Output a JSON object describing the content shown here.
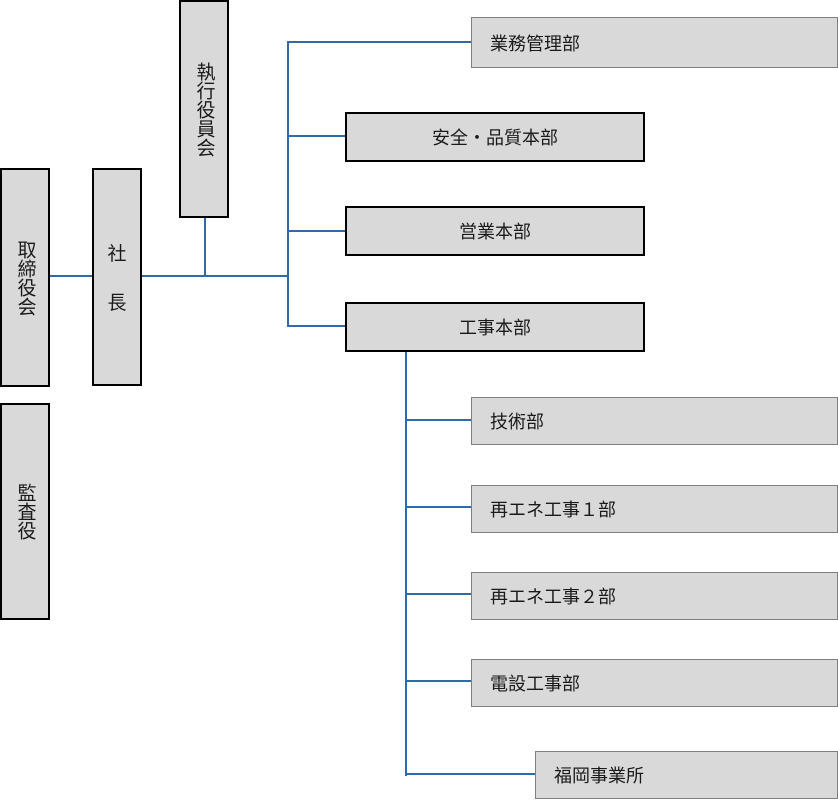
{
  "board": "取締役会",
  "auditor": "監査役",
  "president": [
    "社",
    "長"
  ],
  "executive_committee": "執行役員会",
  "departments": {
    "business_management": "業務管理部",
    "safety_quality": "安全・品質本部",
    "sales": "営業本部",
    "construction": "工事本部",
    "technical": "技術部",
    "renewable_1": "再エネ工事１部",
    "renewable_2": "再エネ工事２部",
    "electrical": "電設工事部",
    "fukuoka": "福岡事業所"
  }
}
